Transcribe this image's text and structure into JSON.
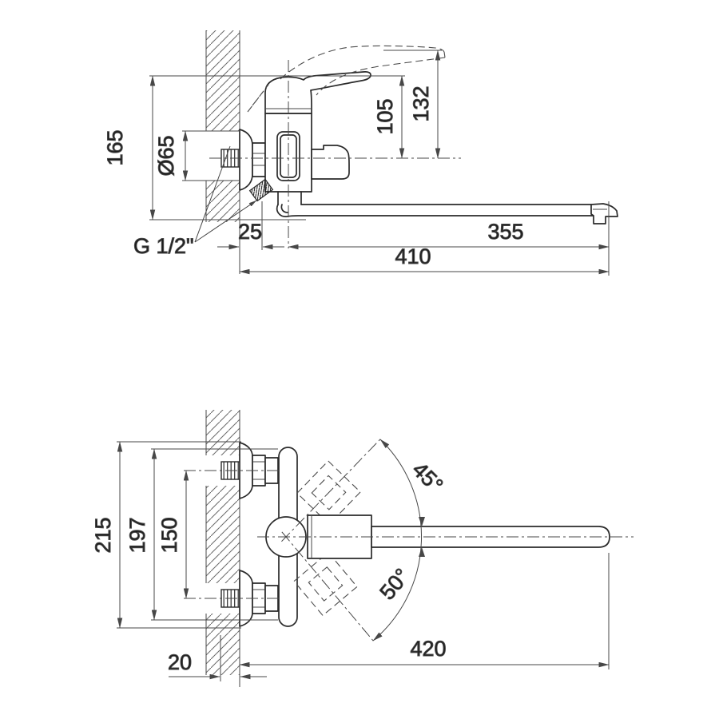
{
  "page": {
    "colors": {
      "background": "#ffffff",
      "line": "#2a2a2a",
      "thin": "#474747",
      "text": "#1a1a1a",
      "hatch": "#6a6a6a"
    }
  },
  "drawing": {
    "type": "technical-dimension-drawing",
    "subject": "wall-mounted single-lever bath mixer with long swivel spout, two orthographic views with dimensions in mm",
    "side_view": {
      "dims": {
        "overall_height": "165",
        "escutcheon_diameter": "Ø65",
        "height_handle_closed": "105",
        "height_handle_open": "132",
        "wall_to_body": "25",
        "spout_reach": "355",
        "overall_reach": "410",
        "connection_thread": "G 1/2\""
      }
    },
    "plan_view": {
      "dims": {
        "overall_width": "215",
        "escutcheon_span": "197",
        "supply_centers": "150",
        "swivel_up": "45°",
        "swivel_down": "50°",
        "wall_offset": "20",
        "spout_reach": "420"
      }
    }
  }
}
